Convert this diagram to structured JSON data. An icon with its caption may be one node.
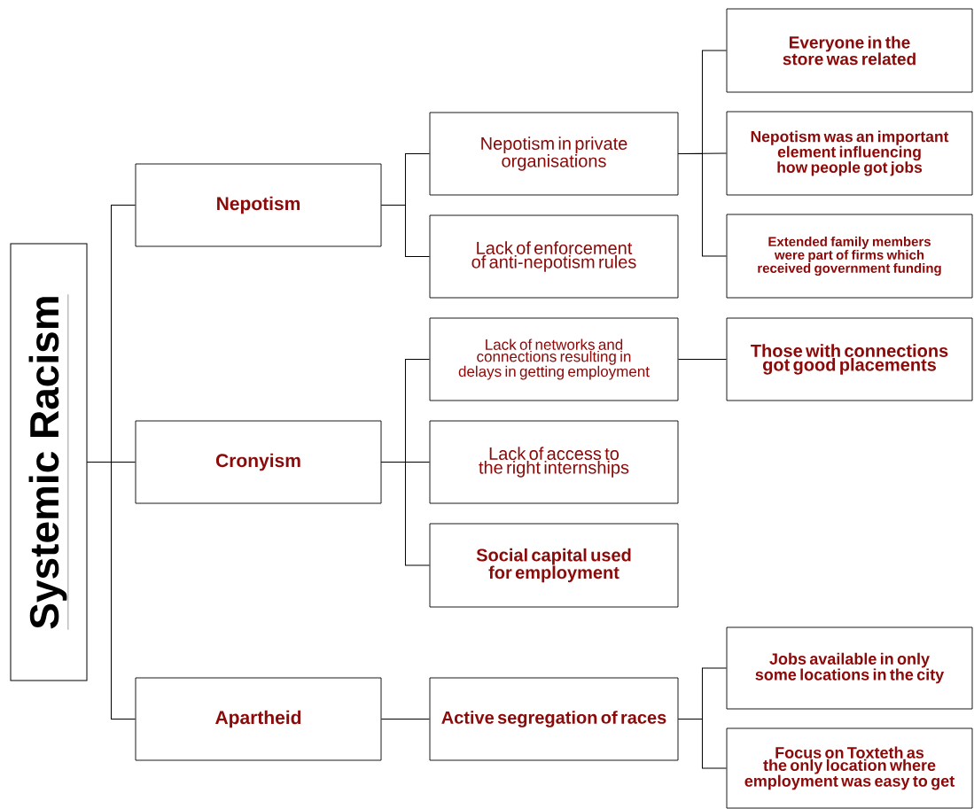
{
  "diagram": {
    "nodes": [
      {
        "text": [
          "Systemic Racism"
        ]
      },
      {
        "text": [
          "Nepotism"
        ]
      },
      {
        "text": [
          "Cronyism"
        ]
      },
      {
        "text": [
          "Apartheid"
        ]
      },
      {
        "text": [
          "Nepotism in private organisations"
        ]
      },
      {
        "text": [
          "Lack of enforcement of anti-nepotism rules"
        ]
      },
      {
        "text": [
          "Lack of networks and connections resulting in delays in getting employment"
        ]
      },
      {
        "text": [
          "Lack of access to the right internships"
        ]
      },
      {
        "text": [
          "Social capital used for employment"
        ]
      },
      {
        "text": [
          "Active segregation of races"
        ]
      },
      {
        "text": [
          "Everyone in the store was related"
        ]
      },
      {
        "text": [
          "Nepotism was an important element influencing how people got jobs"
        ]
      },
      {
        "text": [
          "Extended family members were part of firms which received government funding"
        ]
      },
      {
        "text": [
          "Those with connections got good placements"
        ]
      },
      {
        "text": [
          "Jobs available in only some locations in the city"
        ]
      },
      {
        "text": [
          "Focus on Toxteth as the only location where employment was easy to get"
        ]
      }
    ],
    "edges": [
      {
        "from": 0,
        "to": 1,
        "arrow": "none"
      },
      {
        "from": 0,
        "to": 2,
        "arrow": "none"
      },
      {
        "from": 0,
        "to": 3,
        "arrow": "none"
      },
      {
        "from": 1,
        "to": 4,
        "arrow": "none"
      },
      {
        "from": 1,
        "to": 5,
        "arrow": "none"
      },
      {
        "from": 2,
        "to": 6,
        "arrow": "none"
      },
      {
        "from": 2,
        "to": 7,
        "arrow": "none"
      },
      {
        "from": 2,
        "to": 8,
        "arrow": "none"
      },
      {
        "from": 3,
        "to": 9,
        "arrow": "none"
      },
      {
        "from": 4,
        "to": 10,
        "arrow": "none"
      },
      {
        "from": 4,
        "to": 11,
        "arrow": "none"
      },
      {
        "from": 4,
        "to": 12,
        "arrow": "none"
      },
      {
        "from": 6,
        "to": 13,
        "arrow": "none"
      },
      {
        "from": 9,
        "to": 14,
        "arrow": "none"
      },
      {
        "from": 9,
        "to": 15,
        "arrow": "none"
      }
    ]
  }
}
